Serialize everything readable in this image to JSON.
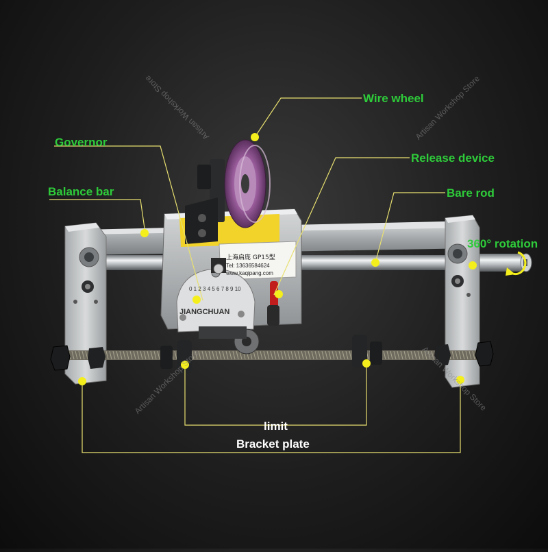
{
  "colors": {
    "label_green": "#2ecc3a",
    "label_white": "#ffffff",
    "leader_line": "#e8e070",
    "dot_yellow": "#f4ef1c",
    "background": "#1e1e1e"
  },
  "labels": {
    "wire_wheel": "Wire wheel",
    "governor": "Governor",
    "release_device": "Release device",
    "balance_bar": "Balance bar",
    "bare_rod": "Bare rod",
    "rotation": "360° rotation",
    "limit": "limit",
    "bracket_plate": "Bracket plate"
  },
  "device_text": {
    "brand": "JIANGCHUAN",
    "scale": "0 1 2 3 4 5 6 7 8 9 10",
    "model": "上海启庞 GP15型",
    "tel": "Tel: 13636584624",
    "site": "www.kaqipang.com"
  },
  "watermark": "Artisan Workshop Store"
}
